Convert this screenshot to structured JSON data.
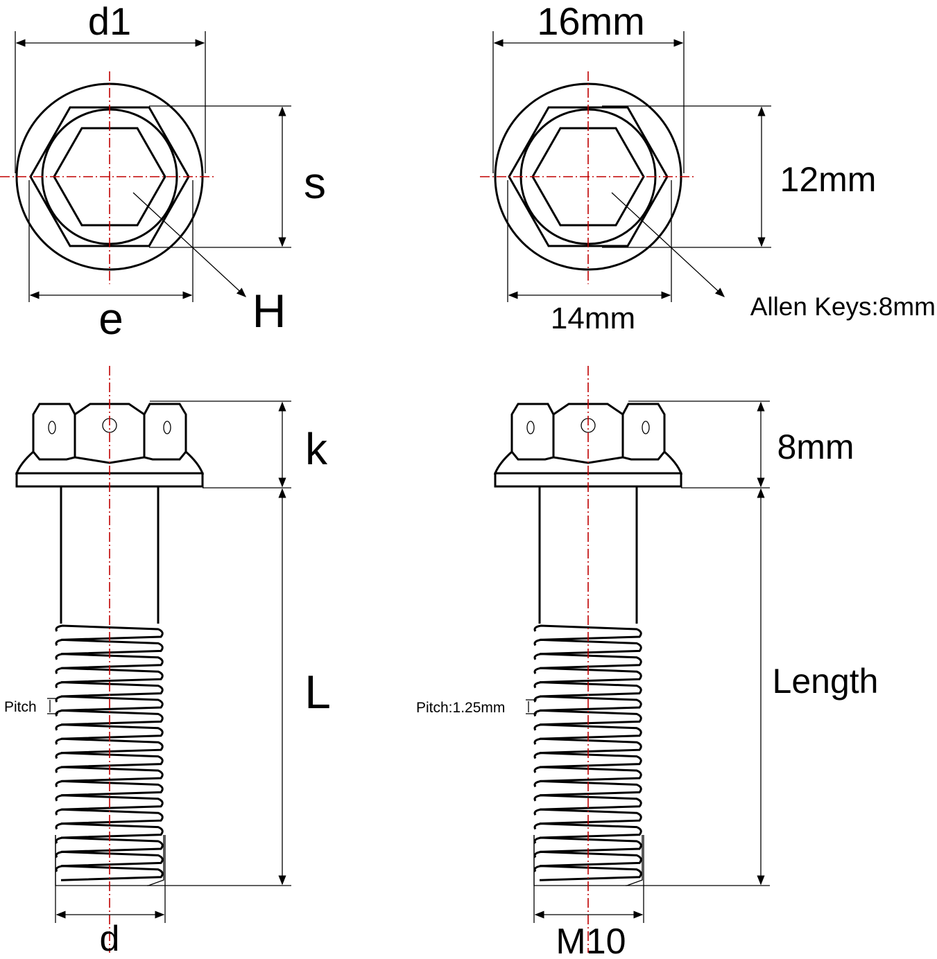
{
  "generic": {
    "head_width": "d1",
    "across_flats": "s",
    "across_corners": "e",
    "socket": "H",
    "head_height": "k",
    "length": "L",
    "pitch": "Pitch",
    "diameter": "d"
  },
  "specific": {
    "head_width": "16mm",
    "across_flats": "12mm",
    "across_corners": "14mm",
    "socket": "Allen Keys:8mm",
    "head_height": "8mm",
    "length": "Length",
    "pitch": "Pitch:1.25mm",
    "diameter": "M10"
  },
  "colors": {
    "line": "#000000",
    "centerline": "#c00000",
    "background": "#ffffff"
  }
}
